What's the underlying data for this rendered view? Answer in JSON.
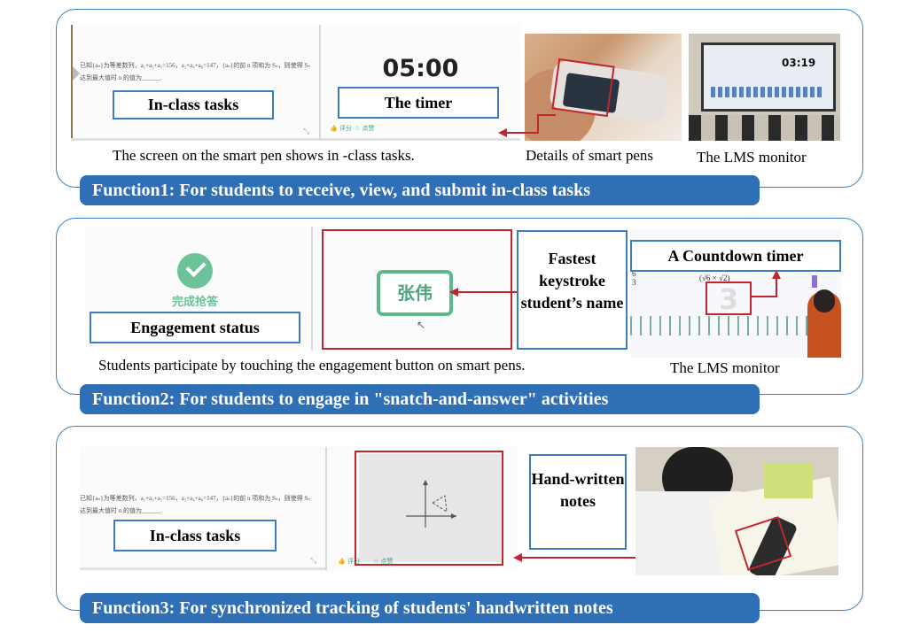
{
  "function1": {
    "question_line1": "已知{aₙ}为等差数列，a₁+a₃+a₅=156，a₂+a₄+a₆=147，{aₙ}的前 n 项和为 Sₙ，则使得 Sₙ",
    "question_line2": "达到最大值时 n 的值为______.",
    "in_class_label": "In-class tasks",
    "timer_value": "05:00",
    "timer_label": "The timer",
    "tool_review": "评分",
    "tool_like": "点赞",
    "caption_pen_screen": "The screen on the smart pen shows in -class tasks.",
    "caption_pen_details": "Details of smart pens",
    "caption_lms": "The LMS monitor",
    "lms_timer": "03:19",
    "banner": "Function1: For students to receive, view, and submit in-class tasks"
  },
  "function2": {
    "complete_text": "完成抢答",
    "engagement_label": "Engagement status",
    "student_name": "张伟",
    "fastest_label": "Fastest keystroke student’s name",
    "countdown_label": "A Countdown timer",
    "caption_participate": "Students participate by touching the engagement button on smart pens.",
    "caption_lms": "The LMS monitor",
    "banner": "Function2: For students to engage in \"snatch-and-answer\" activities"
  },
  "function3": {
    "question_line1": "已知{aₙ}为等差数列，a₁+a₃+a₅=156，a₂+a₄+a₆=147，{aₙ}的前 n 项和为 Sₙ，则使得 Sₙ",
    "question_line2": "达到最大值时 n 的值为______.",
    "in_class_label": "In-class tasks",
    "handwritten_label": "Hand-written notes",
    "tool_review": "评分",
    "tool_like": "点赞",
    "banner": "Function3: For synchronized tracking of students' handwritten notes"
  },
  "colors": {
    "panel_border": "#3a7ebf",
    "banner_bg": "#2e6fb6",
    "accent_red": "#c0262d",
    "accent_green": "#5bb88f"
  }
}
